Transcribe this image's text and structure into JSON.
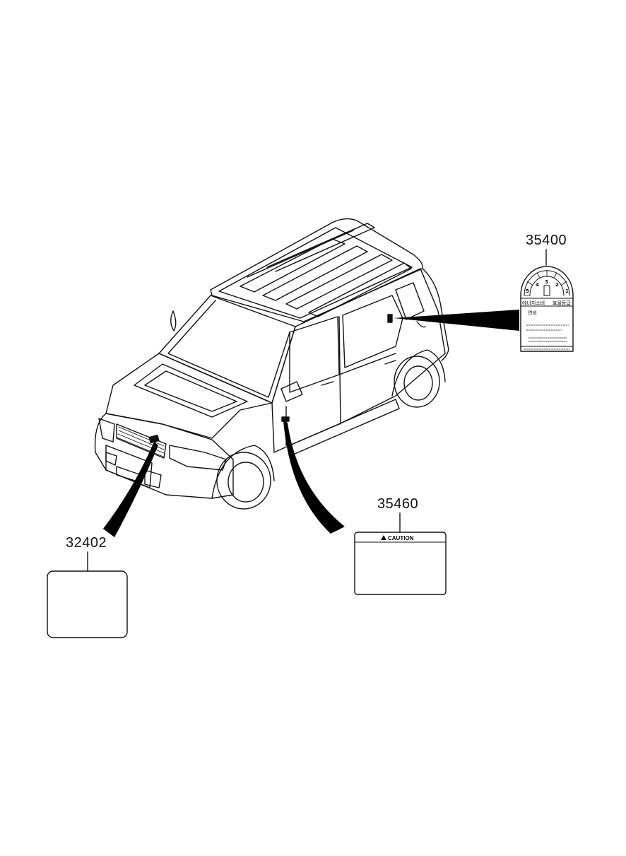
{
  "callouts": {
    "energy_label": {
      "part_number": "35400",
      "text_line1": "에너지소비",
      "text_line2": "효율등급",
      "text_line3": "연비",
      "scale_digits": [
        "5",
        "4",
        "3",
        "2",
        "1"
      ]
    },
    "caution_label": {
      "part_number": "35460",
      "header": "CAUTION"
    },
    "emission_label": {
      "part_number": "32402"
    }
  },
  "colors": {
    "line": "#111111",
    "background": "#ffffff",
    "leader": "#000000"
  }
}
